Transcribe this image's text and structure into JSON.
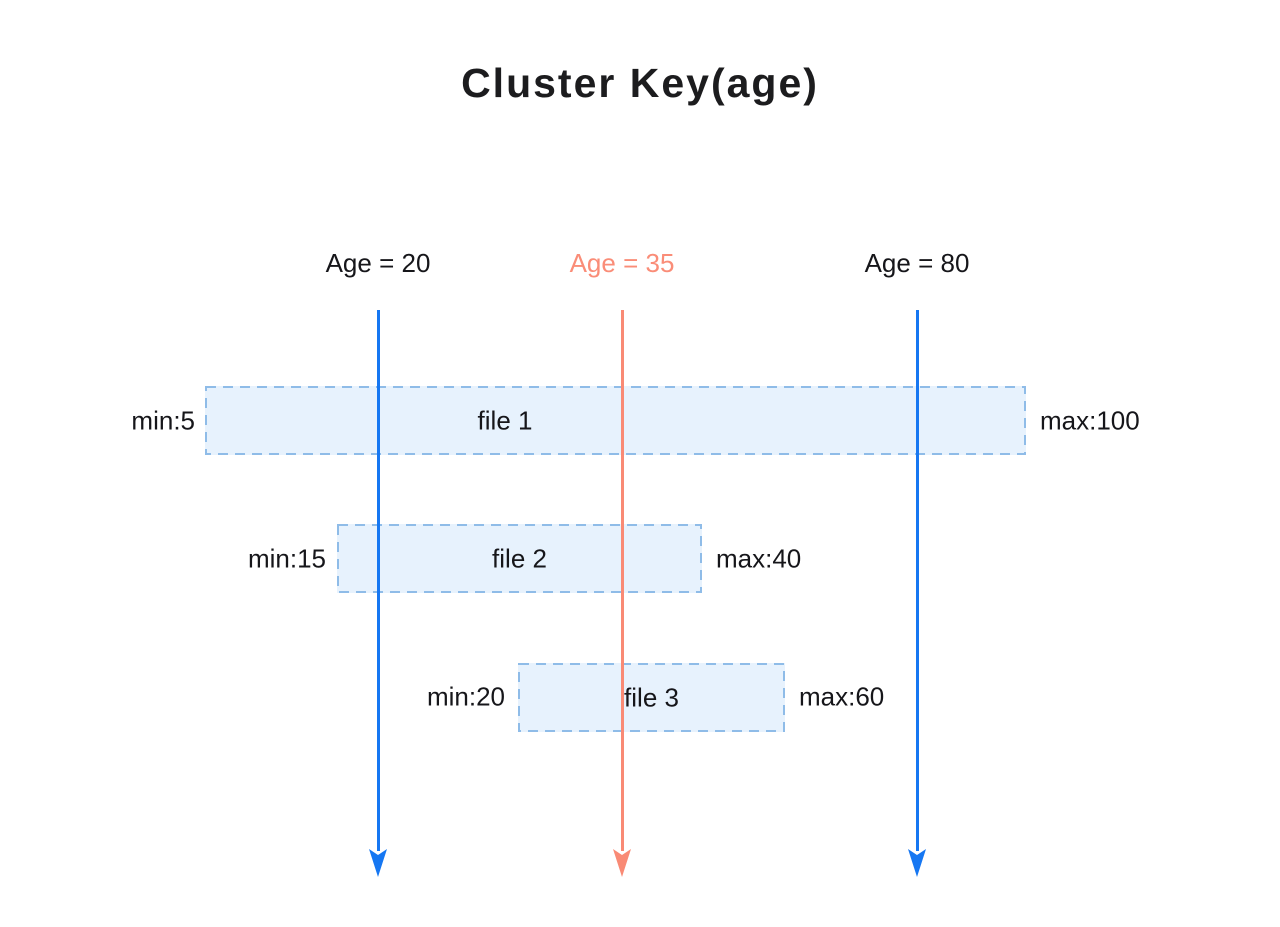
{
  "title": "Cluster Key(age)",
  "colors": {
    "line_blue": "#1677F2",
    "line_coral": "#F98A75",
    "box_fill": "#E7F2FD",
    "box_border": "#8FBCE8",
    "text": "#16161A"
  },
  "age_markers": [
    {
      "label": "Age = 20",
      "value": 20,
      "color": "#1677F2"
    },
    {
      "label": "Age = 35",
      "value": 35,
      "color": "#F98A75"
    },
    {
      "label": "Age = 80",
      "value": 80,
      "color": "#1677F2"
    }
  ],
  "files": [
    {
      "name": "file 1",
      "min": "min:5",
      "max": "max:100",
      "min_value": 5,
      "max_value": 100
    },
    {
      "name": "file 2",
      "min": "min:15",
      "max": "max:40",
      "min_value": 15,
      "max_value": 40
    },
    {
      "name": "file 3",
      "min": "min:20",
      "max": "max:60",
      "min_value": 20,
      "max_value": 60
    }
  ]
}
